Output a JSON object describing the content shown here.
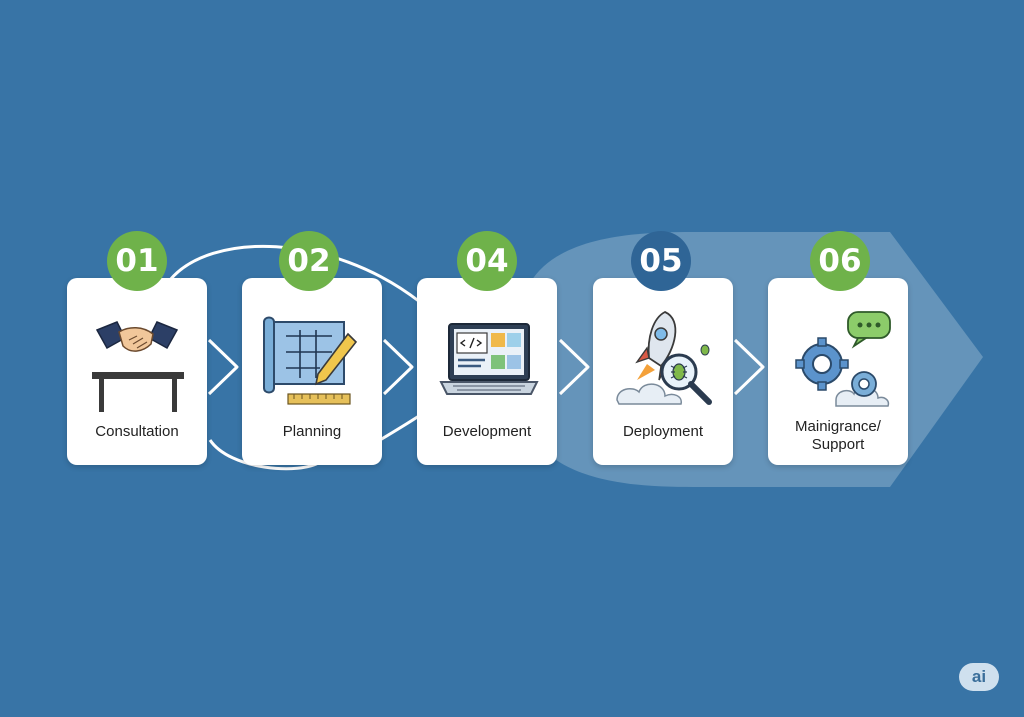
{
  "colors": {
    "background": "#3874a6",
    "badge_green": "#6fb24a",
    "badge_blue": "#2f6596",
    "card": "#ffffff"
  },
  "steps": [
    {
      "number": "01",
      "label": "Consultation",
      "badge_color": "#6fb24a",
      "icon": "handshake-table-icon"
    },
    {
      "number": "02",
      "label": "Planning",
      "badge_color": "#6fb24a",
      "icon": "blueprint-pencil-icon"
    },
    {
      "number": "04",
      "label": "Development",
      "badge_color": "#6fb24a",
      "icon": "laptop-code-icon"
    },
    {
      "number": "05",
      "label": "Deployment",
      "badge_color": "#2f6596",
      "icon": "rocket-bug-magnifier-icon"
    },
    {
      "number": "06",
      "label": "Mainigrance/\nSupport",
      "badge_color": "#6fb24a",
      "icon": "gears-chat-icon"
    }
  ],
  "logo": {
    "text": "ai"
  }
}
